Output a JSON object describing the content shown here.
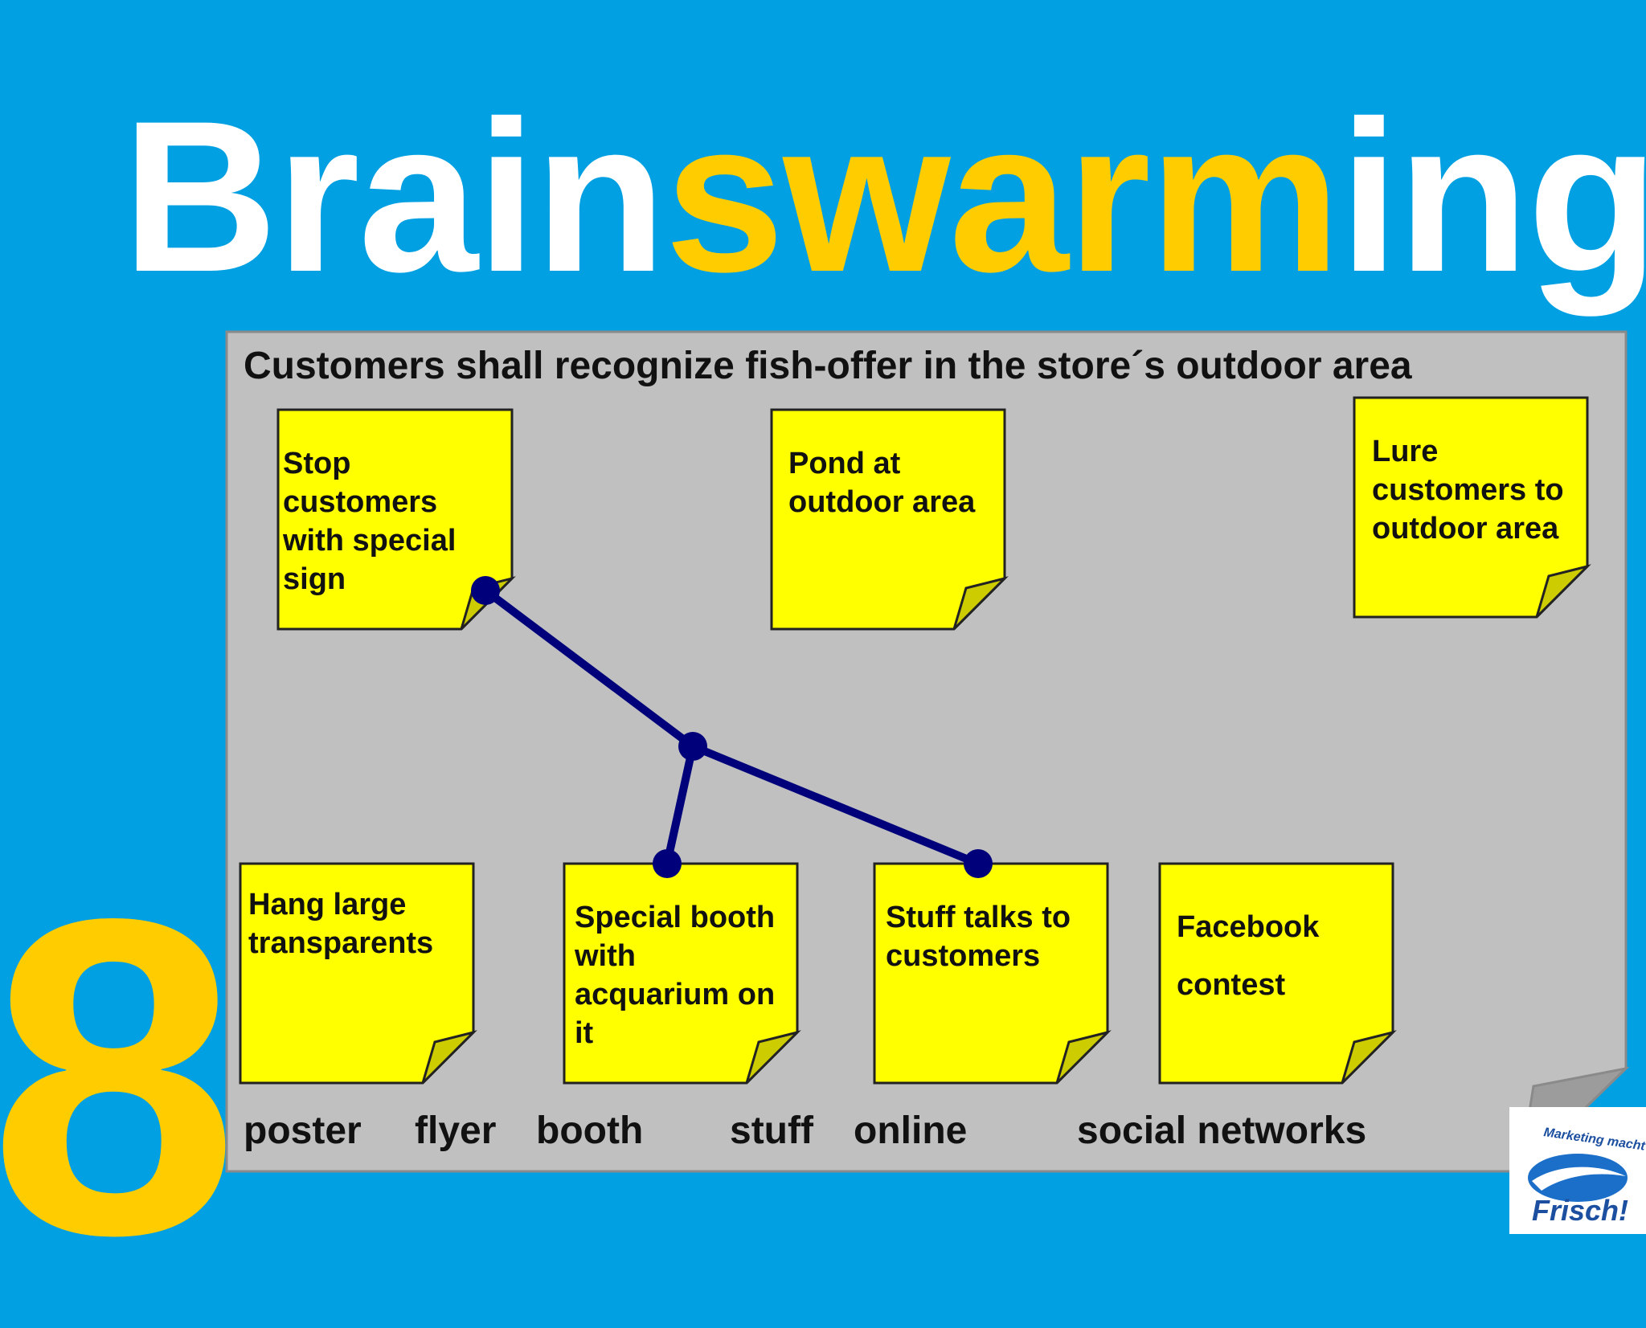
{
  "title": {
    "part1": "Brain",
    "part2": "swarm",
    "part3": "ing"
  },
  "slide_number": "8",
  "board": {
    "heading": "Customers shall recognize fish-offer in the store´s outdoor area",
    "notes": [
      {
        "id": "stop",
        "lines": [
          "Stop",
          "customers",
          "with special",
          "sign"
        ]
      },
      {
        "id": "pond",
        "lines": [
          "Pond at",
          "outdoor area"
        ]
      },
      {
        "id": "lure",
        "lines": [
          "Lure",
          "customers to",
          "outdoor area"
        ]
      },
      {
        "id": "hang",
        "lines": [
          "Hang large",
          "transparents"
        ]
      },
      {
        "id": "booth",
        "lines": [
          "Special booth",
          "with",
          "acquarium on",
          "it"
        ]
      },
      {
        "id": "stuff",
        "lines": [
          "Stuff talks to",
          "customers"
        ]
      },
      {
        "id": "facebook",
        "lines": [
          "Facebook",
          "",
          "contest"
        ]
      }
    ],
    "categories": [
      "poster",
      "flyer",
      "booth",
      "stuff",
      "online",
      "social networks"
    ]
  },
  "logo": {
    "text": "Frisch!",
    "tagline": "Marketing macht"
  },
  "colors": {
    "background": "#00a0e2",
    "accent": "#ffcc00",
    "board": "#c0c0c0",
    "note": "#ffff00",
    "connector": "#00007a"
  }
}
